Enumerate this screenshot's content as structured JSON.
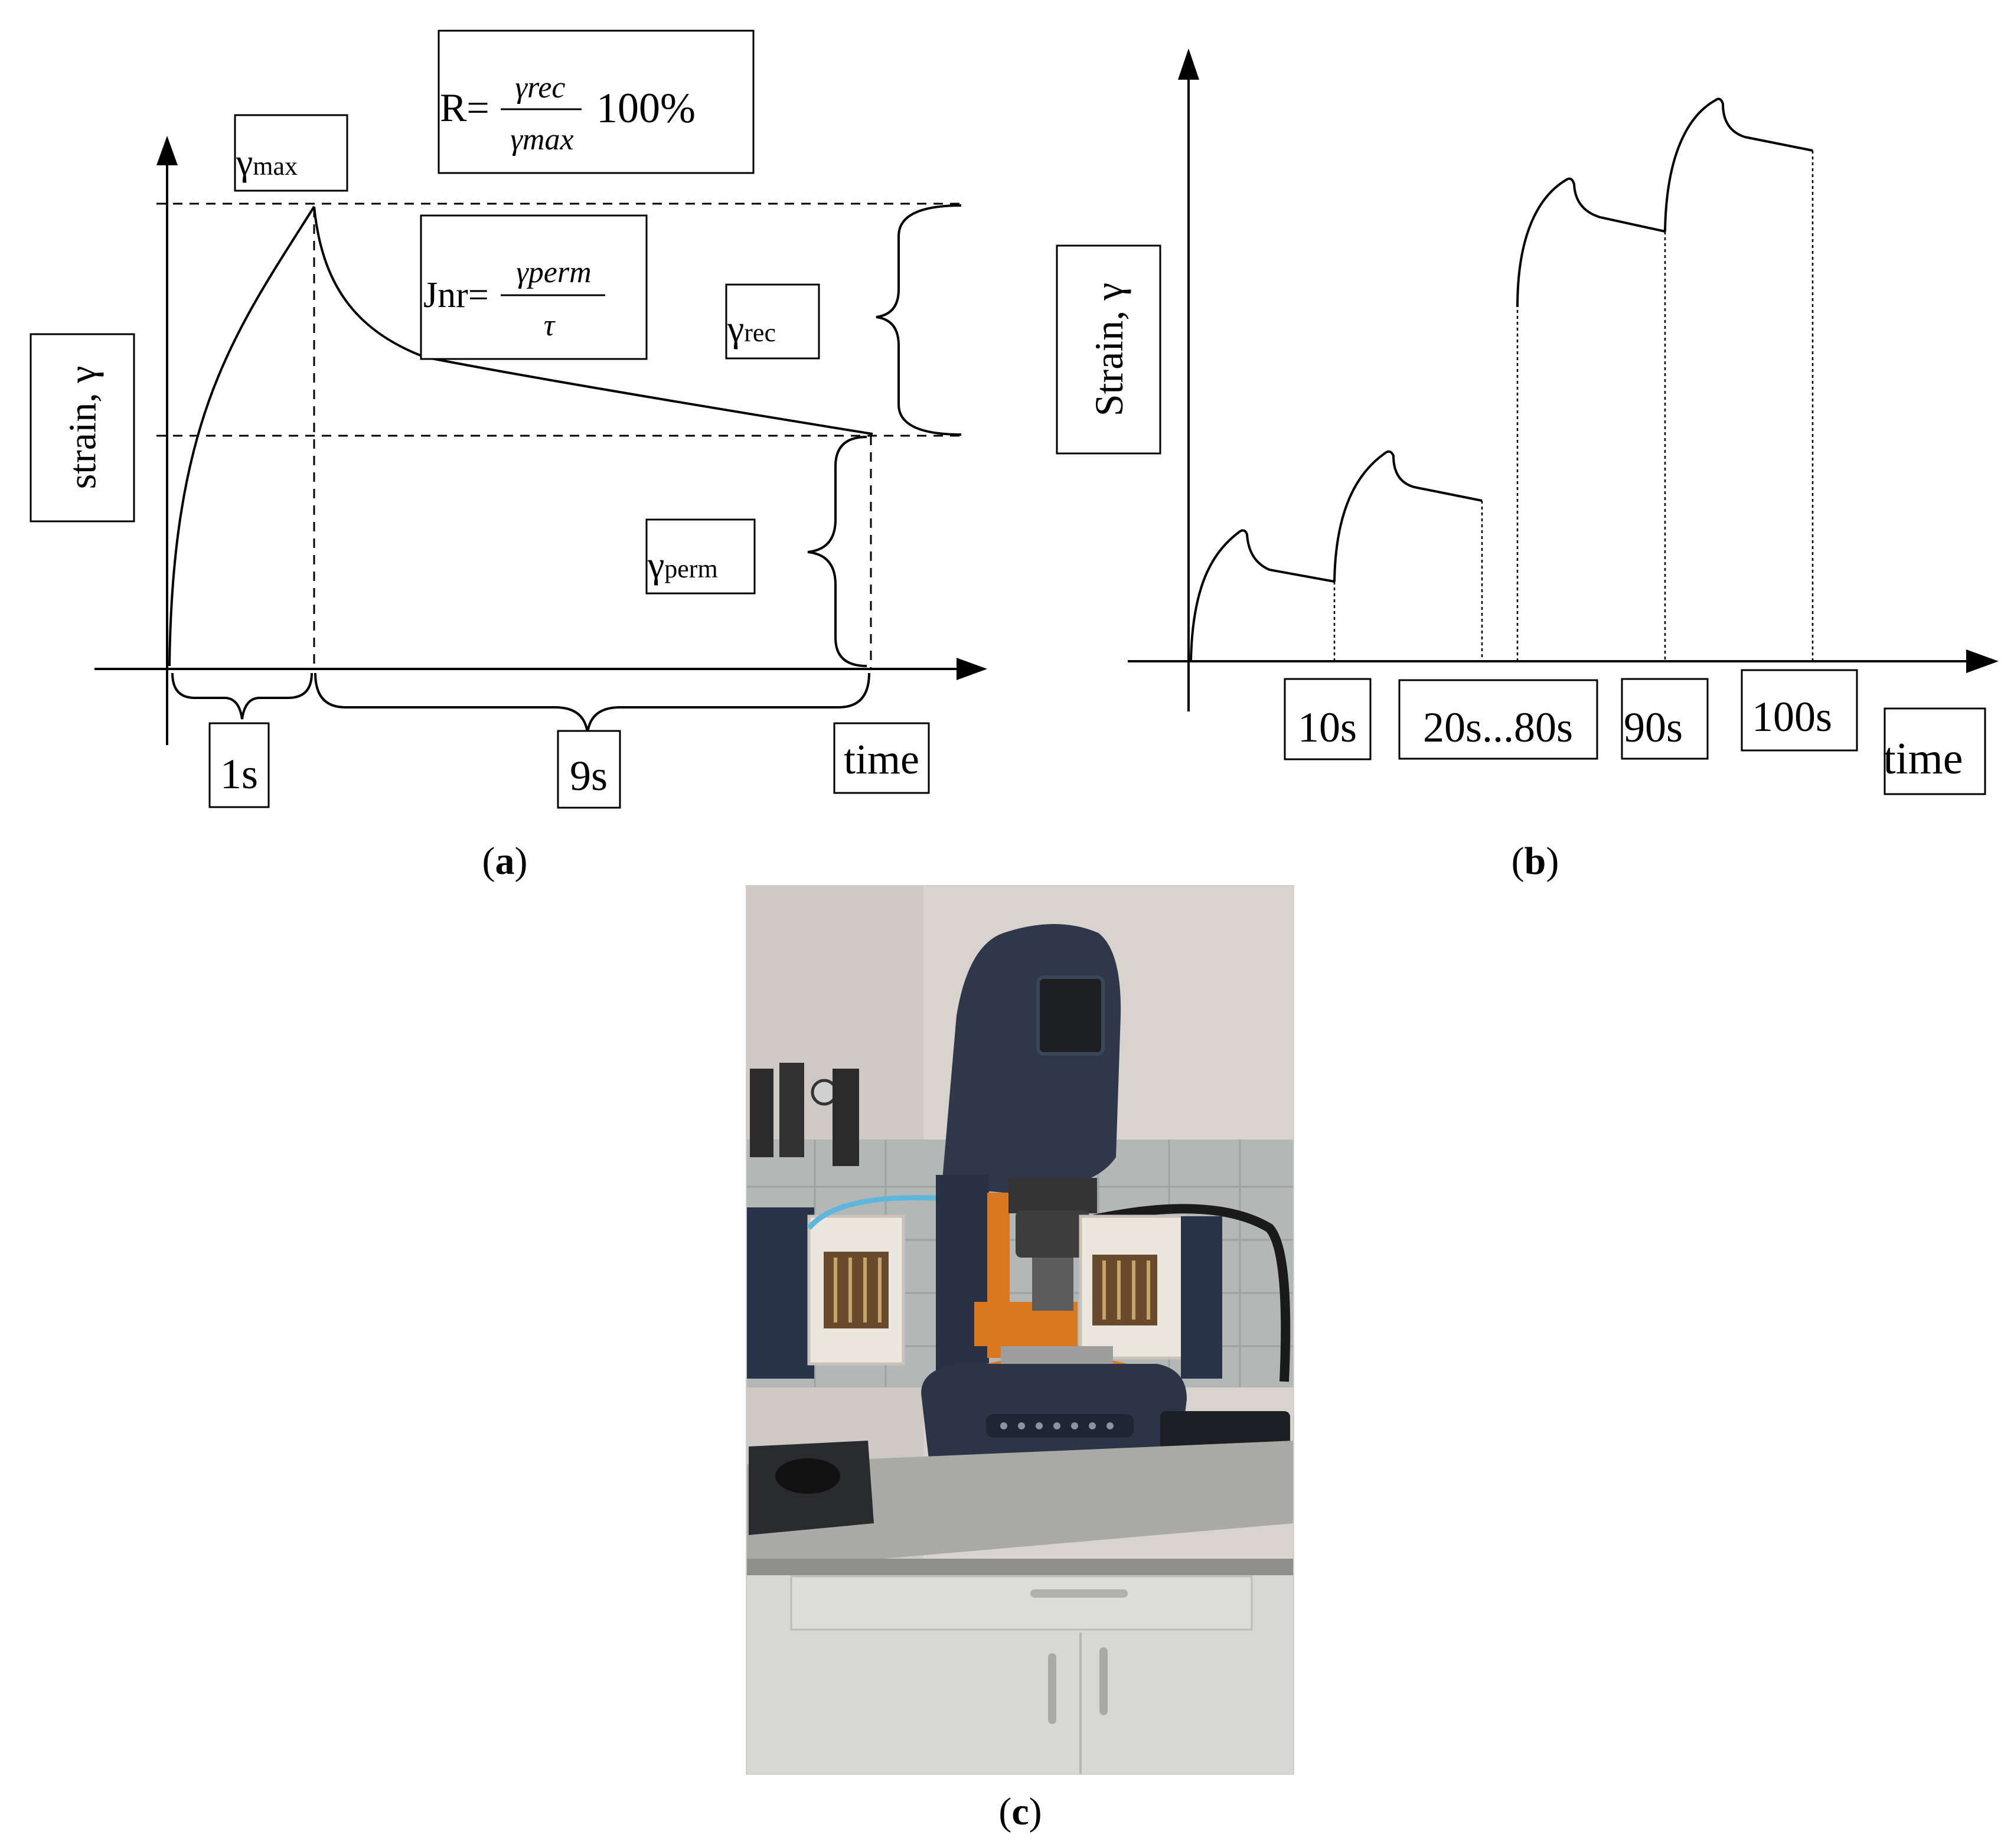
{
  "panel_a": {
    "label_open": "(",
    "label_letter": "a",
    "label_close": ")",
    "y_axis_label": "strain, γ",
    "x_axis_label": "time",
    "gamma_max": {
      "symbol": "γ",
      "subscript": "max"
    },
    "gamma_rec": {
      "symbol": "γ",
      "subscript": "rec"
    },
    "gamma_perm": {
      "symbol": "γ",
      "subscript": "perm"
    },
    "formula_R": {
      "lhs": "R=",
      "numerator": "γrec",
      "denominator": "γmax",
      "tail": "100%"
    },
    "formula_Jnr": {
      "lhs": "Jnr=",
      "numerator": "γperm",
      "denominator": "τ"
    },
    "time_1s": "1s",
    "time_9s": "9s"
  },
  "panel_b": {
    "label_open": "(",
    "label_letter": "b",
    "label_close": ")",
    "y_axis_label": "Strain, γ",
    "x_axis_label": "time",
    "tick_10s": "10s",
    "tick_20_80s": "20s...80s",
    "tick_90s": "90s",
    "tick_100s": "100s"
  },
  "panel_c": {
    "label_open": "(",
    "label_letter": "c",
    "label_close": ")"
  },
  "colors": {
    "ink": "#000000",
    "wall": "#d8d2cc",
    "instrument": "#2d3544",
    "orange": "#d9781f",
    "tile": "#aeb3b2",
    "counter": "#a8a9a6",
    "cabinet": "#d6d6d2"
  }
}
